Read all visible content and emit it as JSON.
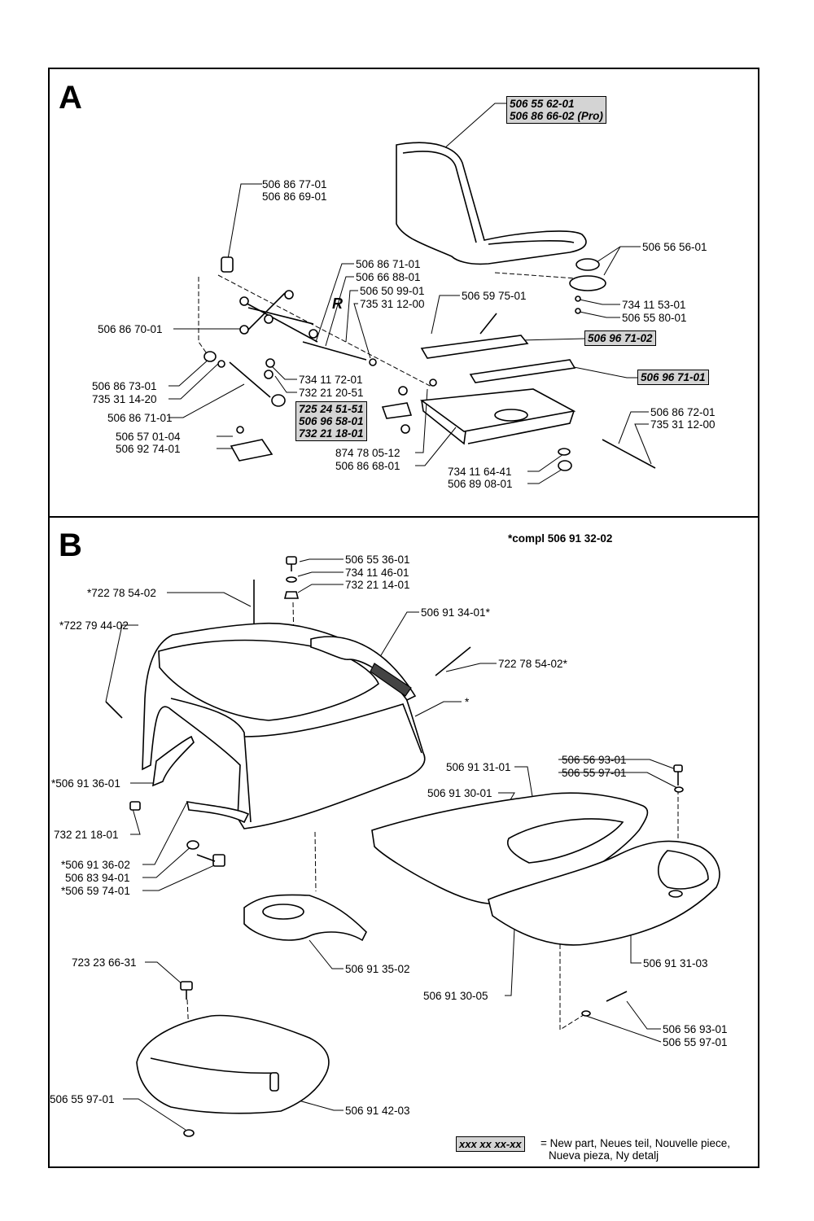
{
  "sections": {
    "a": {
      "letter": "A",
      "labels": {
        "seat_1": "506 55 62-01",
        "seat_2": "506 86 66-02 (Pro)",
        "p_77": "506 86 77-01",
        "p_69": "506 86 69-01",
        "p_56": "506 56 56-01",
        "p_71a": "506 86 71-01",
        "p_6688": "506 66 88-01",
        "p_5099": "506 50 99-01",
        "p_7353100": "735 31 12-00",
        "p_5975": "506 59 75-01",
        "p_7341153": "734 11 53-01",
        "p_5580": "506 55 80-01",
        "p_70": "506 86 70-01",
        "new_9671_02": "506 96 71-02",
        "p_7341172": "734 11 72-01",
        "p_7322120": "732 21 20-51",
        "new_9671_01": "506 96 71-01",
        "p_73": "506 86 73-01",
        "p_7353114": "735 31 14-20",
        "new_725": "725 24 51-51",
        "new_9658": "506 96 58-01",
        "new_7322118": "732 21 18-01",
        "p_72": "506 86 72-01",
        "p_7353112b": "735 31 12-00",
        "p_71b": "506 86 71-01",
        "p_5701": "506 57 01-04",
        "p_9274": "506 92 74-01",
        "p_8747805": "874 78 05-12",
        "p_68": "506 86 68-01",
        "p_7341164": "734 11 64-41",
        "p_8908": "506 89 08-01",
        "r_mark": "R"
      }
    },
    "b": {
      "letter": "B",
      "compl": "*compl 506 91 32-02",
      "labels": {
        "p_5536": "506 55 36-01",
        "p_7341146": "734 11 46-01",
        "p_7322114": "732 21 14-01",
        "p_722785402a": "*722 78 54-02",
        "p_9134": "506 91 34-01*",
        "p_722794402": "*722 79 44-02",
        "p_722785402b": "722 78 54-02*",
        "star": "*",
        "p_9131_01": "506 91 31-01",
        "p_5693a": "506 56 93-01",
        "p_5597a": "506 55 97-01",
        "p_9130_01": "506 91 30-01",
        "p_913601": "*506 91 36-01",
        "p_7322118": "732 21 18-01",
        "p_913602": "*506 91 36-02",
        "p_8394": "506 83 94-01",
        "p_5974": "*506 59 74-01",
        "p_9135": "506 91 35-02",
        "p_9131_03": "506 91 31-03",
        "p_723": "723 23 66-31",
        "p_9130_05": "506 91 30-05",
        "p_5693b": "506 56 93-01",
        "p_5597b": "506 55 97-01",
        "p_5597c": "506 55 97-01",
        "p_9142": "506 91 42-03"
      }
    }
  },
  "legend": {
    "key": "xxx xx xx-xx",
    "line1": "= New part, Neues teil, Nouvelle piece,",
    "line2": "Nueva pieza, Ny detalj"
  }
}
